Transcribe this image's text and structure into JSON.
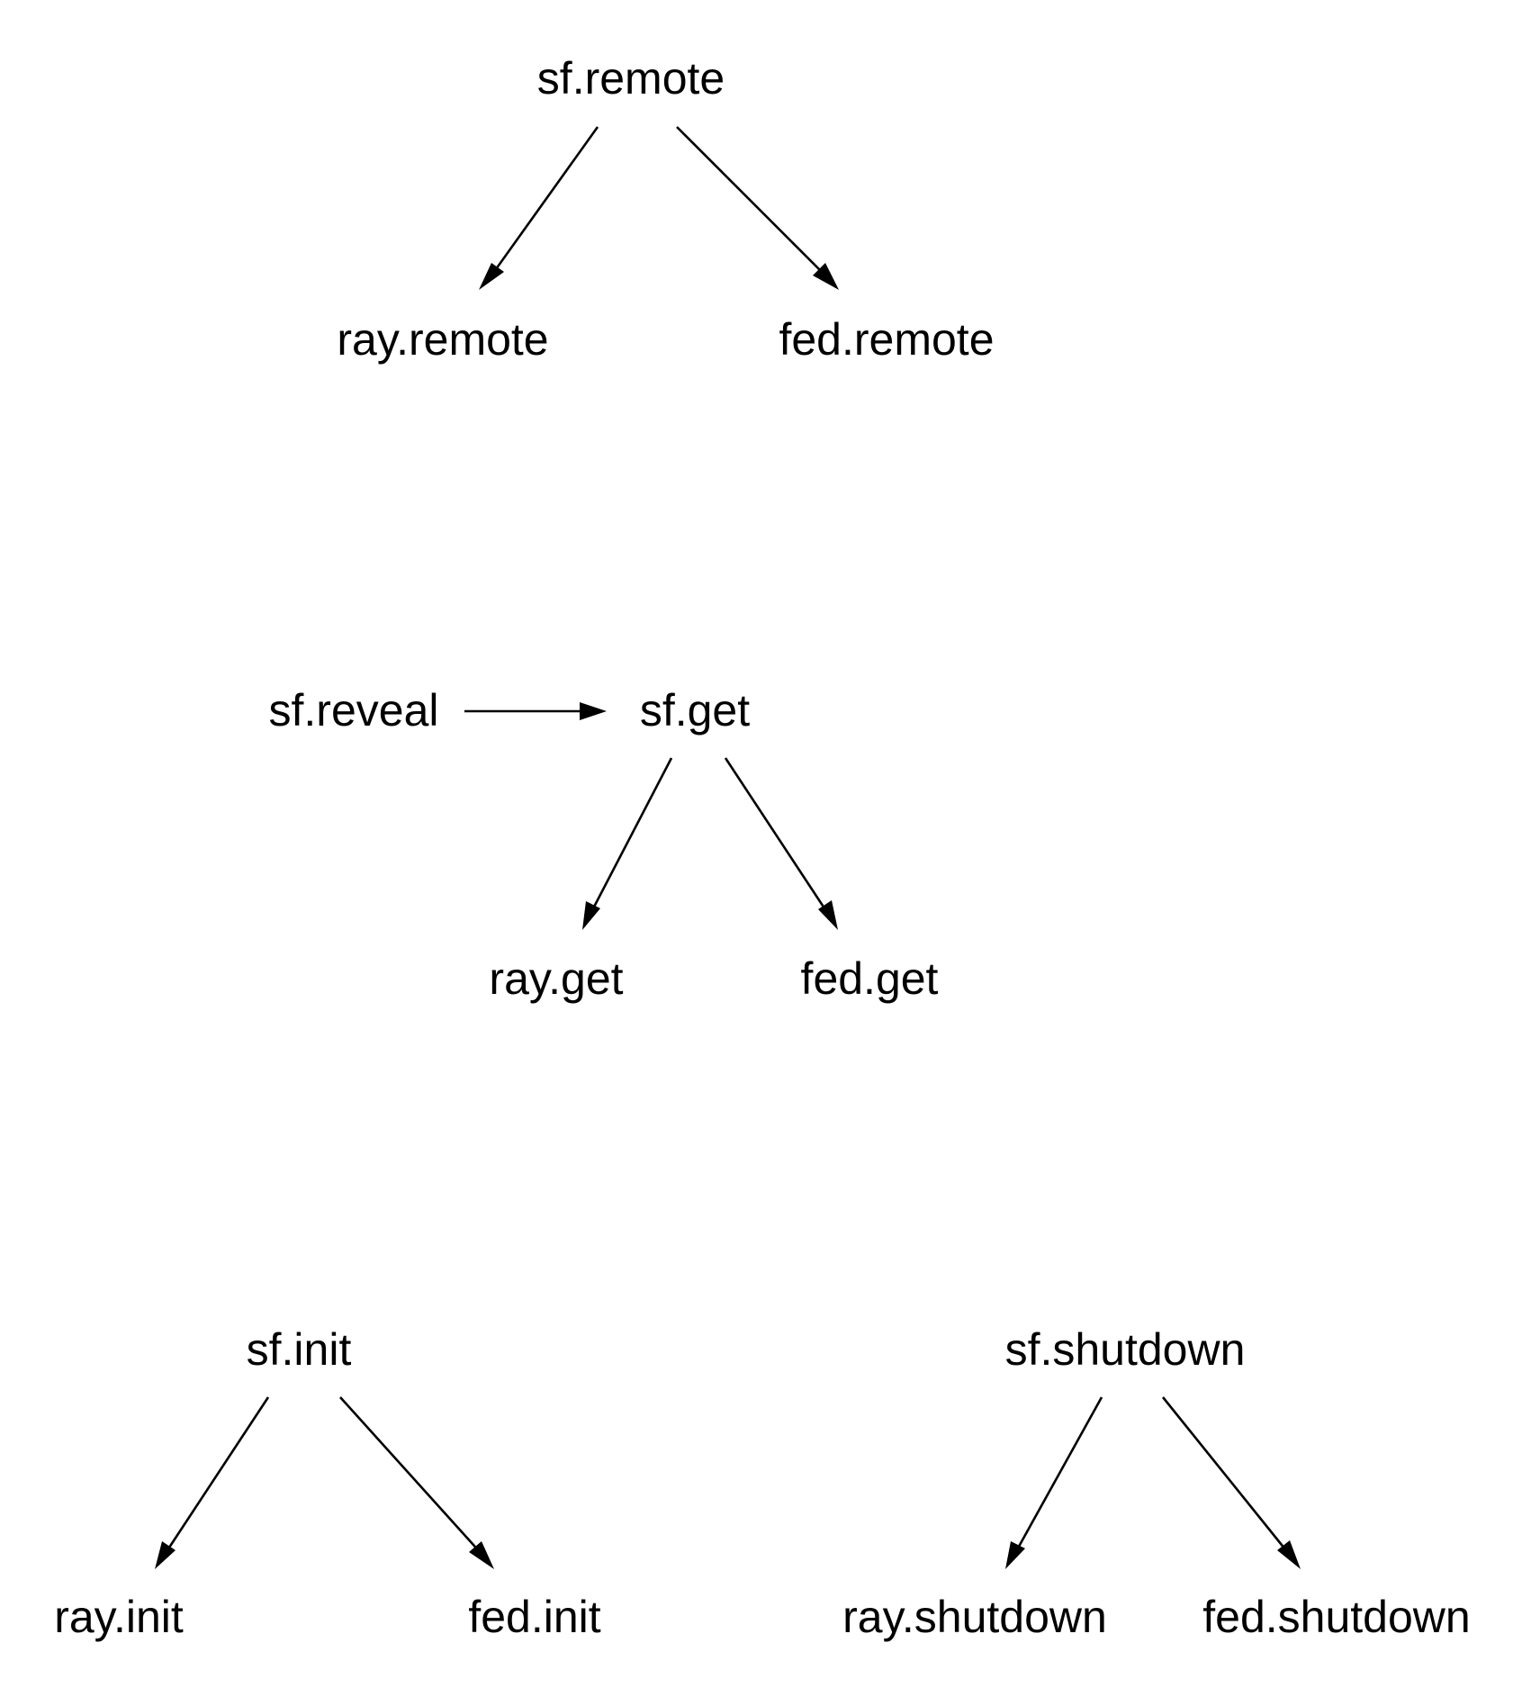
{
  "nodes": {
    "sf_remote": "sf.remote",
    "ray_remote": "ray.remote",
    "fed_remote": "fed.remote",
    "sf_reveal": "sf.reveal",
    "sf_get": "sf.get",
    "ray_get": "ray.get",
    "fed_get": "fed.get",
    "sf_init": "sf.init",
    "ray_init": "ray.init",
    "fed_init": "fed.init",
    "sf_shutdown": "sf.shutdown",
    "ray_shutdown": "ray.shutdown",
    "fed_shutdown": "fed.shutdown"
  },
  "edges": [
    {
      "from": "sf.remote",
      "to": "ray.remote"
    },
    {
      "from": "sf.remote",
      "to": "fed.remote"
    },
    {
      "from": "sf.reveal",
      "to": "sf.get"
    },
    {
      "from": "sf.get",
      "to": "ray.get"
    },
    {
      "from": "sf.get",
      "to": "fed.get"
    },
    {
      "from": "sf.init",
      "to": "ray.init"
    },
    {
      "from": "sf.init",
      "to": "fed.init"
    },
    {
      "from": "sf.shutdown",
      "to": "ray.shutdown"
    },
    {
      "from": "sf.shutdown",
      "to": "fed.shutdown"
    }
  ],
  "colors": {
    "text": "#000000",
    "edge": "#000000",
    "background": "#ffffff"
  }
}
